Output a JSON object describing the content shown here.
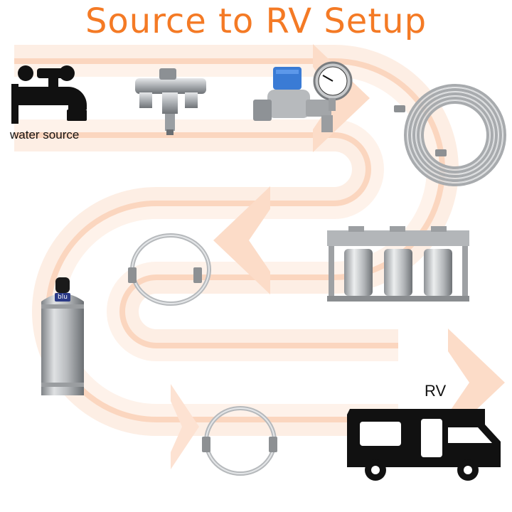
{
  "title": "Source to RV Setup",
  "labels": {
    "water_source": "water source",
    "rv": "RV"
  },
  "colors": {
    "title": "#f47a25",
    "path_fill": "#fde6d8",
    "path_outline": "#fbd0b5",
    "icon": "#111111",
    "steel": "#b9bcbf"
  },
  "flow": [
    {
      "step": 1,
      "item": "faucet-icon"
    },
    {
      "step": 2,
      "item": "hose-splitter-valve"
    },
    {
      "step": 3,
      "item": "pressure-regulator-gauge"
    },
    {
      "step": 4,
      "item": "coiled-hose"
    },
    {
      "step": 5,
      "item": "triple-canister-filter"
    },
    {
      "step": 6,
      "item": "short-hose"
    },
    {
      "step": 7,
      "item": "softener-tank"
    },
    {
      "step": 8,
      "item": "short-hose"
    },
    {
      "step": 9,
      "item": "rv-icon"
    }
  ],
  "tank_badge": "blu"
}
